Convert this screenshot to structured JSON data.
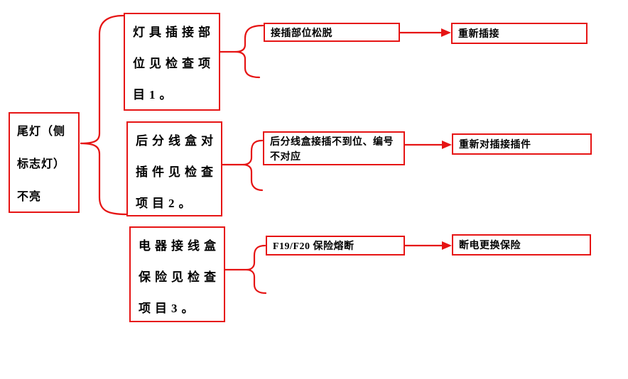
{
  "colors": {
    "accent": "#E61414",
    "text": "#000000",
    "background": "#FFFFFF"
  },
  "flowchart": {
    "problem": {
      "text": "尾灯（侧标志灯）不亮",
      "lines": [
        "尾灯（侧",
        "标志灯）",
        "不亮"
      ]
    },
    "branches": [
      {
        "check": {
          "text": "灯具插接部位见检查项目1。",
          "lines": [
            "灯具插接部",
            "位见检查项",
            "目1。"
          ]
        },
        "cause": {
          "text": "接插部位松脱",
          "lines": [
            "接插部位松脱"
          ]
        },
        "remedy": "重新插接"
      },
      {
        "check": {
          "text": "后分线盒对插件见检查项目2。",
          "lines": [
            "后分线盒对",
            "插件见检查",
            "项目2。"
          ]
        },
        "cause": {
          "text": "后分线盒接插不到位、编号不对应",
          "lines": [
            "后分线盒接插不到位、编号",
            "不对应"
          ]
        },
        "remedy": "重新对插接插件"
      },
      {
        "check": {
          "text": "电器接线盒保险见检查项目3。",
          "lines": [
            "电器接线盒",
            "保险见检查",
            "项目3。"
          ]
        },
        "cause": {
          "text": "F19/F20 保险熔断",
          "lines": [
            "F19/F20 保险熔断"
          ]
        },
        "remedy": "断电更换保险"
      }
    ]
  }
}
